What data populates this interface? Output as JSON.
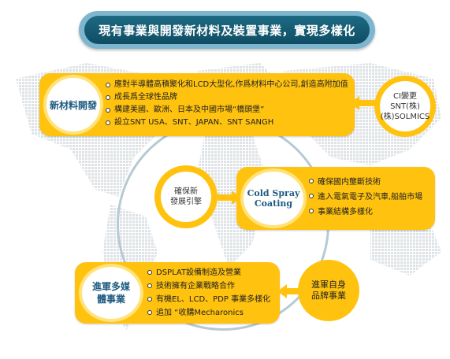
{
  "title": "現有事業與開發新材料及裝置事業，實現多樣化",
  "top_box": {
    "label": "新材料開發",
    "bullets": [
      "應對半導體高積聚化和LCD大型化,作爲材料中心公司,創造高附加值",
      "成長爲全球性品牌",
      "構建美國、歐洲、日本及中國市場“橋頭堡”",
      "設立SNT USA、SNT、JAPAN、SNT SANGH"
    ]
  },
  "ci_circle": "CI變更\nSNT(株)\n(株)SOLMICS",
  "mid_box": {
    "label": "Cold Spray\nCoating",
    "bullets": [
      "確保國内壟斷技術",
      "進入電氣電子及汽車,船舶市場",
      "事業結構多樣化"
    ]
  },
  "engine_circle": "確保新\n發展引擎",
  "bottom_box": {
    "label": "進軍多媒\n體事業",
    "bullets": [
      "DSPLAT設備制造及營業",
      "技術擁有企業戰略合作",
      "有機EL、LCD、PDP 事業多樣化",
      "追加 “收購Mecharonics"
    ]
  },
  "brand_circle": "進軍自身\n品牌事業",
  "colors": {
    "accent_yellow": "#ffc20e",
    "title_blue": "#1d6a83",
    "label_blue": "#1d5a80"
  }
}
